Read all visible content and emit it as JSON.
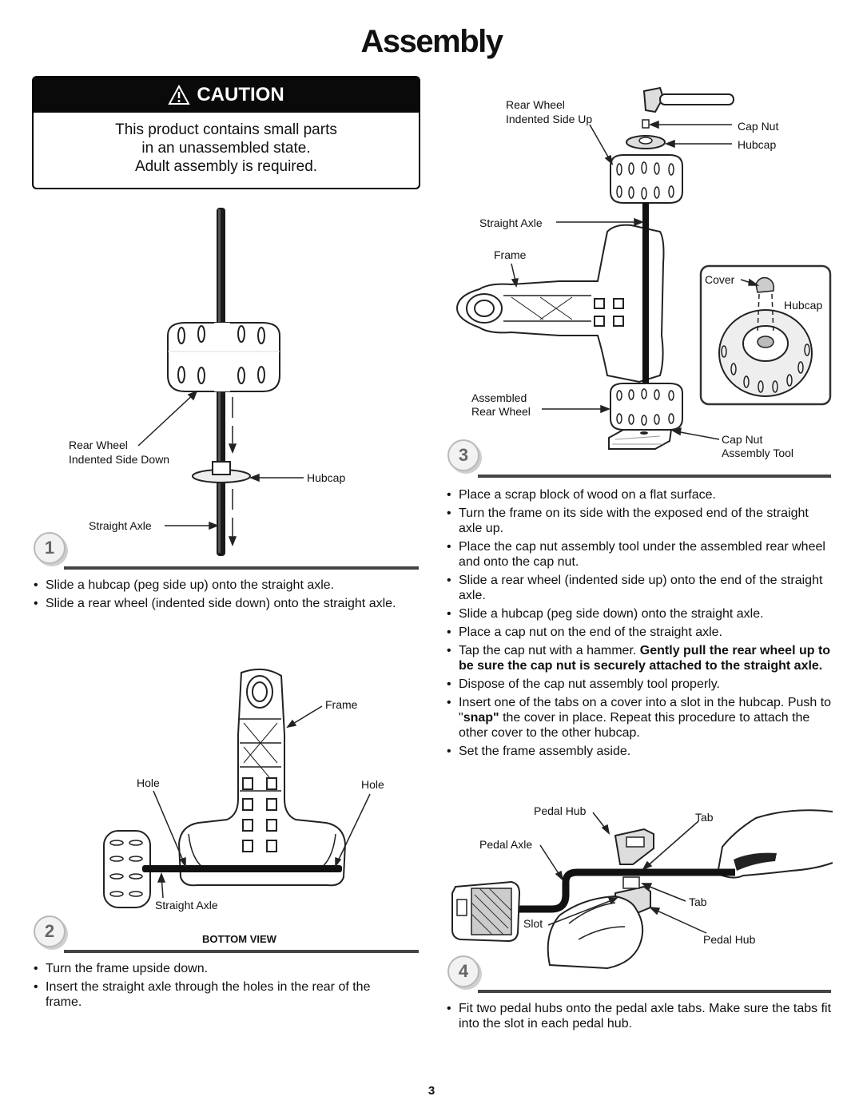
{
  "title": "Assembly",
  "caution": {
    "heading": "CAUTION",
    "line1": "This product contains small parts",
    "line2": "in an unassembled state.",
    "line3": "Adult assembly is required."
  },
  "steps": [
    {
      "number": "1",
      "labels": {
        "rear_wheel_1": "Rear Wheel",
        "rear_wheel_2": "Indented Side Down",
        "hubcap": "Hubcap",
        "straight_axle": "Straight Axle"
      },
      "bullets": [
        "Slide a hubcap (peg side up) onto the straight axle.",
        "Slide a rear wheel (indented side down) onto the straight axle."
      ]
    },
    {
      "number": "2",
      "labels": {
        "frame": "Frame",
        "hole_left": "Hole",
        "hole_right": "Hole",
        "straight_axle": "Straight Axle",
        "view": "BOTTOM VIEW"
      },
      "bullets": [
        "Turn the frame upside down.",
        "Insert the straight axle through the holes in the rear of the frame."
      ]
    },
    {
      "number": "3",
      "labels": {
        "rear_wheel_1": "Rear Wheel",
        "rear_wheel_2": "Indented Side Up",
        "cap_nut": "Cap Nut",
        "hubcap": "Hubcap",
        "straight_axle": "Straight Axle",
        "frame": "Frame",
        "cover": "Cover",
        "inset_hubcap": "Hubcap",
        "assembled_1": "Assembled",
        "assembled_2": "Rear Wheel",
        "tool_1": "Cap Nut",
        "tool_2": "Assembly Tool"
      },
      "bullets": [
        {
          "text": "Place a scrap block of wood on a flat surface."
        },
        {
          "text": "Turn the frame on its side with the exposed end of the straight axle up."
        },
        {
          "text": "Place the cap nut assembly tool under the assembled rear wheel and onto the cap nut."
        },
        {
          "text": "Slide a rear wheel (indented side up) onto the end of the straight axle."
        },
        {
          "text": "Slide a hubcap (peg side down) onto the straight axle."
        },
        {
          "text": "Place a cap nut on the end of the straight axle."
        },
        {
          "text": "Tap the cap nut with a hammer. ",
          "bold": "Gently pull the rear wheel up to be sure the cap nut is securely attached to the straight axle."
        },
        {
          "text": "Dispose of the cap nut assembly tool properly."
        },
        {
          "pre": "Insert one of the tabs on a cover into a slot in the hubcap. Push to \"",
          "bold": "snap\"",
          "post": " the cover in place. Repeat this procedure to attach the other cover to the other hubcap."
        },
        {
          "text": "Set the frame assembly aside."
        }
      ]
    },
    {
      "number": "4",
      "labels": {
        "pedal_hub_top": "Pedal Hub",
        "tab_top": "Tab",
        "pedal_axle": "Pedal Axle",
        "tab_bottom": "Tab",
        "slot": "Slot",
        "pedal_hub_bottom": "Pedal Hub"
      },
      "bullets": [
        "Fit two pedal hubs onto the pedal axle tabs. Make sure the tabs fit into the slot in each pedal hub."
      ]
    }
  ],
  "page_number": "3"
}
